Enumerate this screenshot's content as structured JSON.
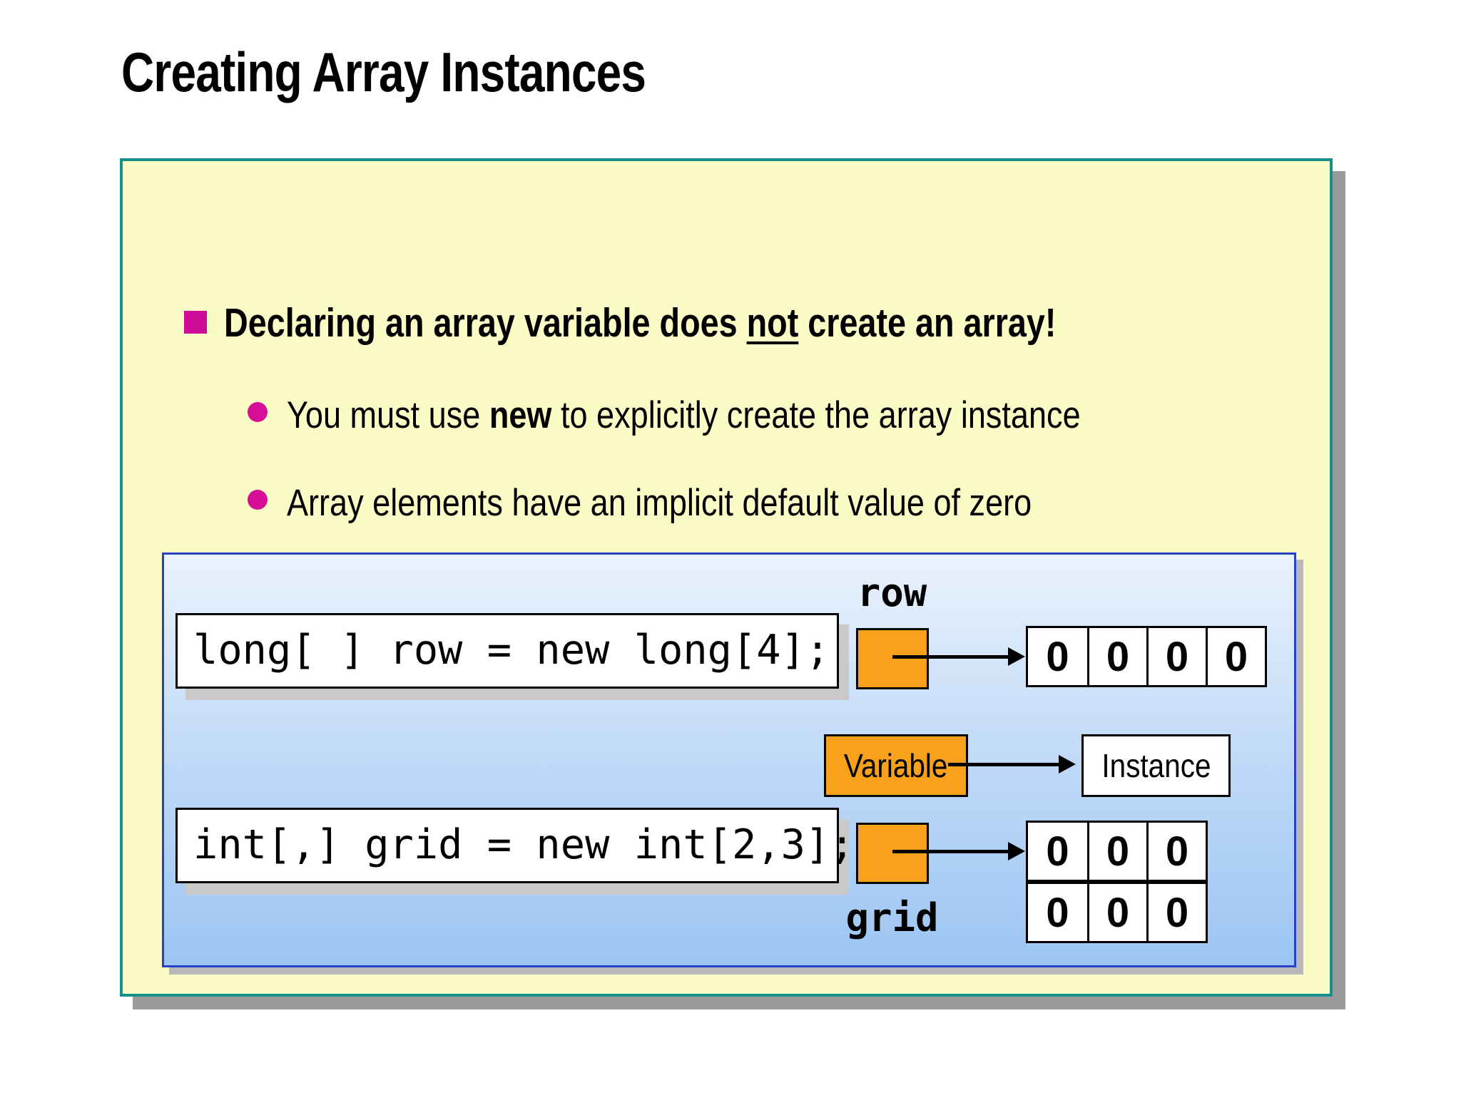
{
  "title": "Creating Array Instances",
  "bullet": {
    "pre": "Declaring an array variable does ",
    "underlined": "not",
    "post": " create an array!"
  },
  "sub_bullets": [
    {
      "pre": "You must use ",
      "bold": "new",
      "post": " to explicitly create the array instance"
    },
    {
      "pre": "Array elements have an implicit default value of zero",
      "bold": "",
      "post": ""
    }
  ],
  "diagram": {
    "row": {
      "code": "long[ ] row = new long[4];",
      "label": "row",
      "cells": [
        "0",
        "0",
        "0",
        "0"
      ]
    },
    "legend": {
      "variable": "Variable",
      "instance": "Instance"
    },
    "grid": {
      "code": "int[,] grid = new int[2,3];",
      "label": "grid",
      "cells": [
        [
          "0",
          "0",
          "0"
        ],
        [
          "0",
          "0",
          "0"
        ]
      ]
    }
  },
  "colors": {
    "slide_yellow": "#FBFBC6",
    "teal_border": "#178F8F",
    "panel_blue_top": "#EAF2FC",
    "panel_blue_bottom": "#9CC5F3",
    "panel_border_blue": "#2740C4",
    "orange": "#F9A11B",
    "bullet_magenta": "#CC0C99"
  }
}
